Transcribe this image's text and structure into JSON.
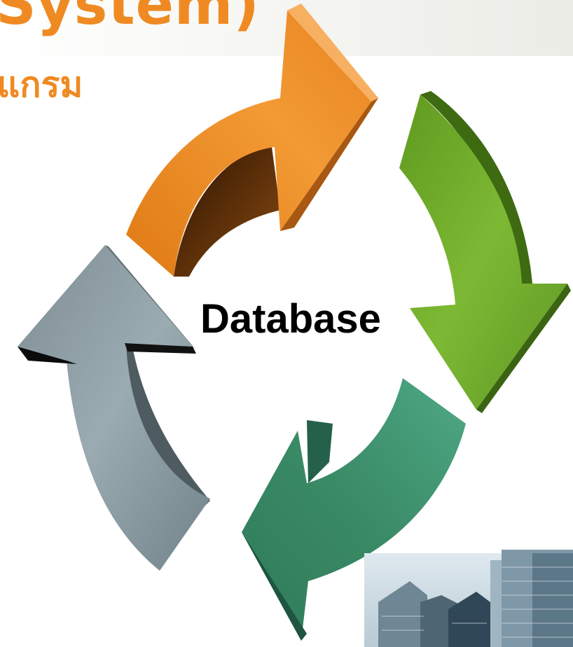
{
  "slide": {
    "title_line1": "System)",
    "title_line2": "แกรม",
    "center_label": "Database"
  },
  "diagram": {
    "type": "cycle",
    "arrows": [
      {
        "name": "top-arrow",
        "color": "#e8831f"
      },
      {
        "name": "right-arrow",
        "color": "#72ab2a"
      },
      {
        "name": "bottom-arrow",
        "color": "#3f8f6c"
      },
      {
        "name": "left-arrow",
        "color": "#8a9aa0"
      }
    ]
  },
  "decoration": {
    "image": "city-buildings"
  }
}
